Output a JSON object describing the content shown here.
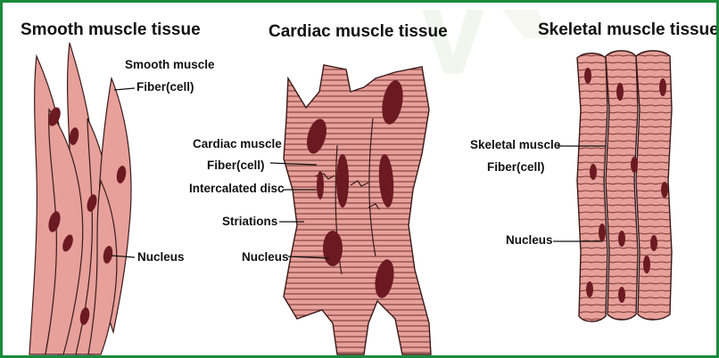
{
  "colors": {
    "border": "#1a8a3c",
    "cell_fill": "#e7a09a",
    "cell_outline": "#3a1a1a",
    "nucleus": "#6b1a22",
    "striation": "#7a3b36"
  },
  "panels": [
    {
      "title": "Smooth muscle tissue",
      "labels": {
        "fiber_line1": "Smooth muscle",
        "fiber_line2": "Fiber(cell)",
        "nucleus": "Nucleus"
      }
    },
    {
      "title": "Cardiac muscle tissue",
      "labels": {
        "fiber_line1": "Cardiac muscle",
        "fiber_line2": "Fiber(cell)",
        "disc": "Intercalated disc",
        "striations": "Striations",
        "nucleus": "Nucleus"
      }
    },
    {
      "title": "Skeletal muscle tissue",
      "labels": {
        "fiber_line1": "Skeletal muscle",
        "fiber_line2": "Fiber(cell)",
        "nucleus": "Nucleus"
      }
    }
  ]
}
